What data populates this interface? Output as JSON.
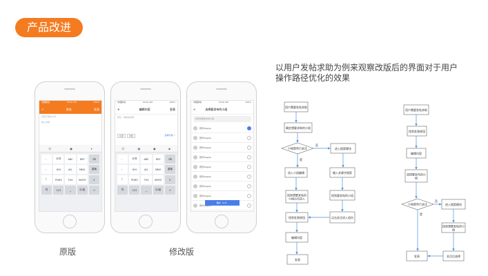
{
  "badge": "产品改进",
  "description": "以用户发帖求助为例来观察改版后的界面对于用户操作路径优化的效果",
  "captions": {
    "original": "原版",
    "revised": "修改版"
  },
  "phone1": {
    "status_left": "中国移动",
    "status_time": "12:00 AM",
    "status_right": "100%",
    "back": "<",
    "title": "发帖",
    "action": "发表",
    "placeholder_title": "标题不能这么写",
    "placeholder_body": "输入内容",
    "keys": [
      "，",
      "分词",
      "ABC",
      "DEF",
      "⌫",
      "。",
      "GHI",
      "JKL",
      "MNO",
      "重输",
      "？",
      "PQRS",
      "TUV",
      "WXYZ",
      "0",
      "符",
      "123",
      "⎵",
      "中/英",
      "⏎"
    ]
  },
  "phone2": {
    "status_left": "中国移动",
    "status_time": "12:00 AM",
    "status_right": "100%",
    "close": "✕",
    "title": "编辑内容",
    "action": "发表",
    "placeholder": "帮忙、帮助答案题",
    "tags": [
      "标题",
      "求助"
    ],
    "link": "选择分类 >",
    "keys": [
      "，",
      "分词",
      "ABC",
      "DEF",
      "⌫",
      "。",
      "GHI",
      "JKL",
      "MNO",
      "重输",
      "？",
      "PQRS",
      "TUV",
      "WXYZ",
      "0",
      "符",
      "123",
      "⎵",
      "中/英",
      "⏎"
    ]
  },
  "phone3": {
    "status_left": "中国移动",
    "status_time": "12:00 AM",
    "status_right": "100%",
    "back": "<",
    "title": "选择要发布的小组",
    "search": "搜索你要发布的小组",
    "items": [
      "同行Sregna",
      "同行Sregna",
      "同行Sregna",
      "同行Sregna",
      "同行Sregna",
      "同行Sregna",
      "同行Sregna",
      "同行Sregna",
      "同行Sregna",
      "同行Sregna"
    ],
    "confirm": "确定（1/3）"
  },
  "flow_left": {
    "nodes": [
      "用户需要发帖求助",
      "确定想要求助的小组",
      "小组是否已关注",
      "进入小组编辑",
      "进入搜索模块",
      "找到想要发帖的小组点击进入",
      "输入关键字搜索",
      "找到发表按钮",
      "找到要发帖的小组",
      "点击关注进入组内",
      "编辑内容",
      "发表"
    ],
    "yes": "是",
    "no": "否"
  },
  "flow_right": {
    "nodes": [
      "用户需要发帖求助",
      "找到发表按钮",
      "编辑内容",
      "选择要发布的小组",
      "小组是否已关注",
      "进入搜索模块",
      "找到想要发帖的小组",
      "发表",
      "关注后选择"
    ],
    "yes": "是",
    "no": "否"
  }
}
